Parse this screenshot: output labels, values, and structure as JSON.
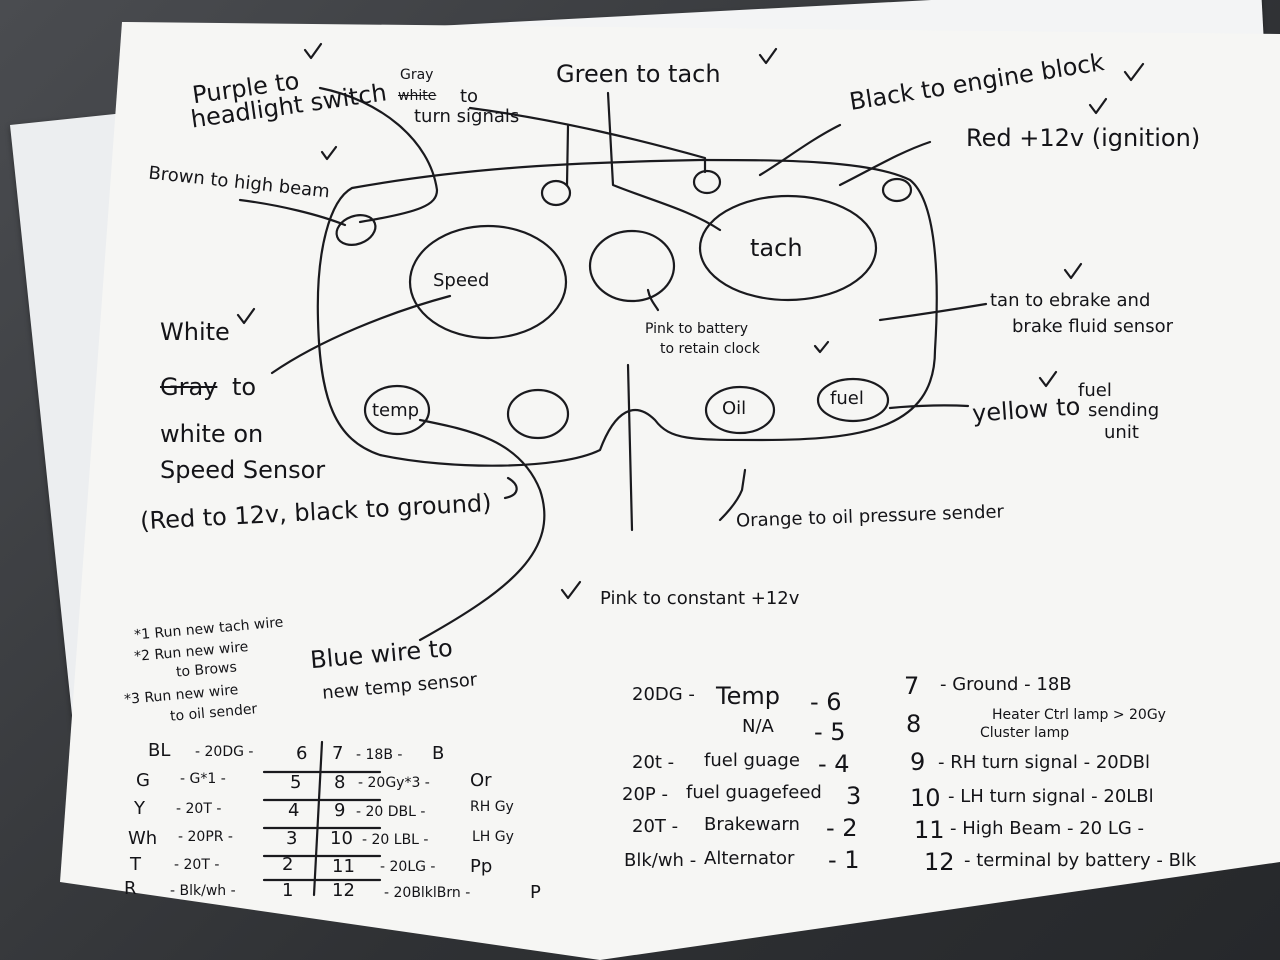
{
  "labels": {
    "purple_to": "Purple to",
    "headlight_switch": "headlight switch",
    "gray": "Gray",
    "white_struck": "white",
    "to": "to",
    "turn_signals": "turn signals",
    "green_to_tach": "Green to tach",
    "black_to_engine_block": "Black to engine block",
    "red_12v_ignition": "Red +12v (ignition)",
    "brown_to_high_beam": "Brown to high beam",
    "speed": "Speed",
    "tach": "tach",
    "pink_to_battery": "Pink to battery",
    "to_retain_clock": "to retain clock",
    "tan_to_ebrake": "tan to ebrake and",
    "brake_fluid_sensor": "brake fluid sensor",
    "white": "White",
    "gray_struck": "Gray",
    "gray_to": "to",
    "white_on": "white on",
    "speed_sensor": "Speed Sensor",
    "red_black_ground": "(Red to 12v, black to ground)",
    "temp": "temp",
    "oil": "Oil",
    "fuel": "fuel",
    "yellow_to": "yellow to",
    "fuel_sending_1": "fuel",
    "fuel_sending_2": "sending",
    "fuel_sending_3": "unit",
    "orange_to_oil": "Orange to oil pressure sender",
    "pink_constant": "Pink to constant +12v"
  },
  "notes": [
    "*1 Run new tach wire",
    "*2 Run new wire",
    "to Brows",
    "*3 Run new wire",
    "to oil sender"
  ],
  "blue_wire_1": "Blue wire to",
  "blue_wire_2": "new temp sensor",
  "pin_table": {
    "left": [
      {
        "color": "BL",
        "wire": "- 20DG -",
        "pin": "6"
      },
      {
        "color": "G",
        "wire": "- G*1 -",
        "pin": "5"
      },
      {
        "color": "Y",
        "wire": "- 20T -",
        "pin": "4"
      },
      {
        "color": "Wh",
        "wire": "- 20PR -",
        "pin": "3"
      },
      {
        "color": "T",
        "wire": "- 20T -",
        "pin": "2"
      },
      {
        "color": "R",
        "wire": "- Blk/wh -",
        "pin": "1"
      }
    ],
    "right": [
      {
        "pin": "7",
        "wire": "- 18B -",
        "color": "B"
      },
      {
        "pin": "8",
        "wire": "- 20Gy*3 -",
        "color": "Or"
      },
      {
        "pin": "9",
        "wire": "- 20 DBL -",
        "color": "RH Gy"
      },
      {
        "pin": "10",
        "wire": "- 20 LBL -",
        "color": "LH Gy"
      },
      {
        "pin": "11",
        "wire": "- 20LG -",
        "color": "Pp"
      },
      {
        "pin": "12",
        "wire": "- 20BlklBrn -",
        "color": "P"
      }
    ]
  },
  "function_table": {
    "left": [
      {
        "wire": "20DG -",
        "func": "Temp",
        "pin": "- 6"
      },
      {
        "wire": "",
        "func": "N/A",
        "pin": "- 5"
      },
      {
        "wire": "20t -",
        "func": "fuel guage",
        "pin": "- 4"
      },
      {
        "wire": "20P -",
        "func": "fuel guagefeed",
        "pin": "3"
      },
      {
        "wire": "20T -",
        "func": "Brakewarn",
        "pin": "- 2"
      },
      {
        "wire": "Blk/wh -",
        "func": "Alternator",
        "pin": "- 1"
      }
    ],
    "right": [
      {
        "pin": "7",
        "func": "- Ground - 18B"
      },
      {
        "pin": "8",
        "func": "Heater Ctrl lamp > 20Gy"
      },
      {
        "pin": "",
        "func": "Cluster lamp"
      },
      {
        "pin": "9",
        "func": "- RH turn signal - 20DBl"
      },
      {
        "pin": "10",
        "func": "- LH turn signal - 20LBl"
      },
      {
        "pin": "11",
        "func": "- High Beam - 20 LG -"
      },
      {
        "pin": "12",
        "func": "- terminal by battery - Blk"
      }
    ]
  }
}
